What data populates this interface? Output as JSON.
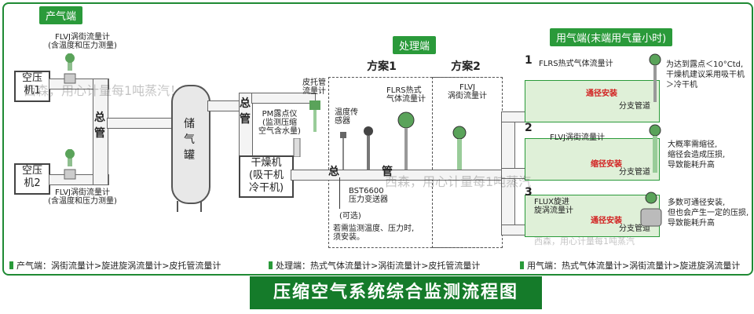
{
  "sections": {
    "production": "产气端",
    "processing": "处理端",
    "usage": "用气端(末端用气量小时)"
  },
  "production": {
    "meter_top": "FLVJ涡街流量计\n(含温度和压力测量)",
    "meter_bottom": "FLVJ涡街流量计\n(含温度和压力测量)",
    "compressor1": "空压\n机1",
    "compressor2": "空压\n机2",
    "main_pipe": "总\n管",
    "tank": "储\n气\n罐",
    "main_pipe2": "总\n管",
    "dew_meter": "PM露点仪\n(监测压缩\n空气含水量)",
    "pitot": "皮托管\n流量计",
    "dryer": "干燥机\n(吸干机\n冷干机)"
  },
  "processing": {
    "scheme1": "方案1",
    "scheme2": "方案2",
    "temp_sensor": "温度传\n感器",
    "flrs": "FLRS热式\n气体流量计",
    "flvj": "FLVJ\n涡街流量计",
    "main_pipe_a": "总",
    "main_pipe_b": "管",
    "transmitter": "BST6600\n压力变送器",
    "optional": "(可选)",
    "note": "若需监测温度、压力时,\n须安装。"
  },
  "usage": {
    "item1_num": "1",
    "item1_meter": "FLRS热式气体流量计",
    "item1_install": "通径安装",
    "item1_branch": "分支管道",
    "item1_note": "为达到露点＜10°Ctd,\n干燥机建议采用吸干机\n＞冷干机",
    "item2_num": "2",
    "item2_meter": "FLVJ涡街流量计",
    "item2_install": "缩径安装",
    "item2_branch": "分支管道",
    "item2_note": "大概率需缩径,\n缩径会造成压损,\n导致能耗升高",
    "item3_num": "3",
    "item3_meter": "FLUX旋进\n旋涡流量计",
    "item3_install": "通径安装",
    "item3_branch": "分支管道",
    "item3_note": "多数可通径安装,\n但也会产生一定的压损,\n导致能耗升高"
  },
  "watermarks": {
    "w1": "西森，用心计量每1吨蒸汽！",
    "w2": "西森，用心计量每1吨蒸汽",
    "w3": "西森，用心计量每1吨蒸汽"
  },
  "footer": {
    "production": "产气端：涡街流量计>旋进旋涡流量计>皮托管流量计",
    "processing": "处理端：热式气体流量计>涡街流量计>皮托管流量计",
    "usage": "用气端：热式气体流量计>涡街流量计>旋进旋涡流量计"
  },
  "title": "压缩空气系统综合监测流程图",
  "colors": {
    "green": "#2a9a3a",
    "dark_green": "#157b2a",
    "panel_green": "#dff0d8",
    "red": "#d21f1f"
  }
}
